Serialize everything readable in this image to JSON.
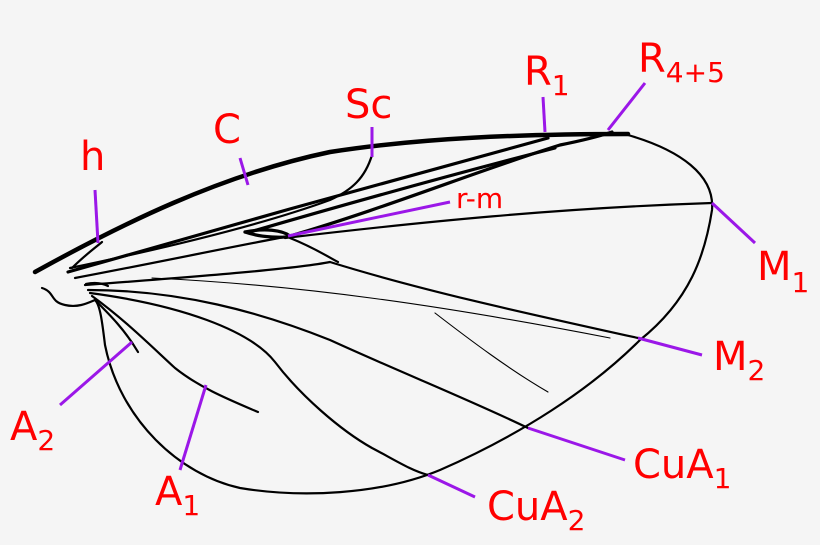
{
  "colors": {
    "background": "#f5f5f5",
    "label": "#ff0000",
    "leader": "#9b17e8",
    "vein": "#000000"
  },
  "labels": {
    "h": {
      "main": "h",
      "sub": ""
    },
    "C": {
      "main": "C",
      "sub": ""
    },
    "Sc": {
      "main": "Sc",
      "sub": ""
    },
    "R1": {
      "main": "R",
      "sub": "1"
    },
    "R45": {
      "main": "R",
      "sub": "4+5"
    },
    "rm": {
      "main": "r-m",
      "sub": ""
    },
    "M1": {
      "main": "M",
      "sub": "1"
    },
    "M2": {
      "main": "M",
      "sub": "2"
    },
    "CuA1": {
      "main": "CuA",
      "sub": "1"
    },
    "CuA2": {
      "main": "CuA",
      "sub": "2"
    },
    "A1": {
      "main": "A",
      "sub": "1"
    },
    "A2": {
      "main": "A",
      "sub": "2"
    }
  }
}
